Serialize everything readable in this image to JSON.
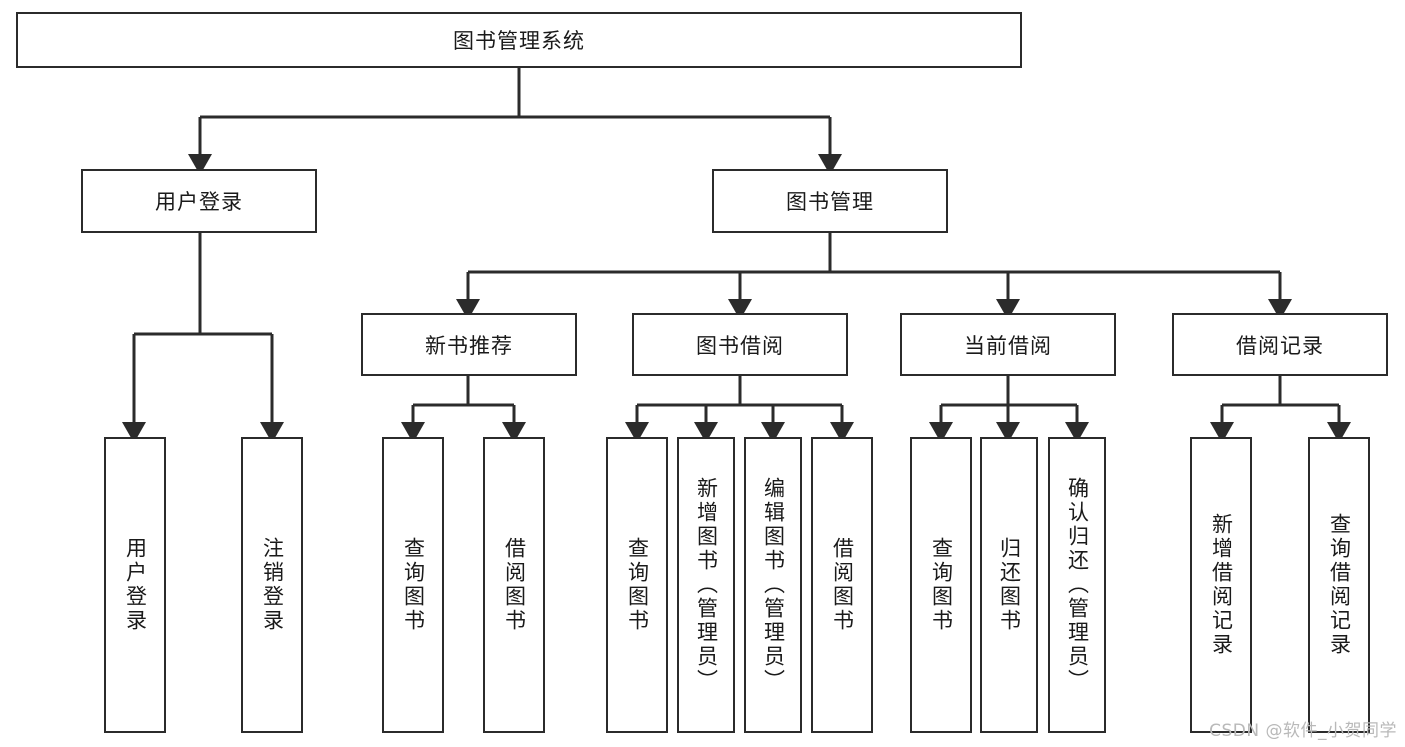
{
  "diagram": {
    "type": "tree",
    "title": "图书管理系统",
    "orientation": "top-down",
    "line_color": "#2b2b2b",
    "box_fill": "#ffffff",
    "nodes": {
      "root": {
        "label": "图书管理系统"
      },
      "level2": [
        {
          "id": "user-login",
          "label": "用户登录"
        },
        {
          "id": "book-manage",
          "label": "图书管理"
        }
      ],
      "level3": [
        {
          "id": "new-book-recommend",
          "label": "新书推荐"
        },
        {
          "id": "book-borrow",
          "label": "图书借阅"
        },
        {
          "id": "current-borrow",
          "label": "当前借阅"
        },
        {
          "id": "borrow-record",
          "label": "借阅记录"
        }
      ],
      "leaves": [
        {
          "id": "leaf-user-login",
          "label": "用户登录",
          "parent": "user-login"
        },
        {
          "id": "leaf-logout",
          "label": "注销登录",
          "parent": "user-login"
        },
        {
          "id": "leaf-query-book-1",
          "label": "查询图书",
          "parent": "new-book-recommend"
        },
        {
          "id": "leaf-borrow-book-1",
          "label": "借阅图书",
          "parent": "new-book-recommend"
        },
        {
          "id": "leaf-query-book-2",
          "label": "查询图书",
          "parent": "book-borrow"
        },
        {
          "id": "leaf-add-book",
          "label": "新增图书（管理员）",
          "parent": "book-borrow"
        },
        {
          "id": "leaf-edit-book",
          "label": "编辑图书（管理员）",
          "parent": "book-borrow"
        },
        {
          "id": "leaf-borrow-book-2",
          "label": "借阅图书",
          "parent": "book-borrow"
        },
        {
          "id": "leaf-query-book-3",
          "label": "查询图书",
          "parent": "current-borrow"
        },
        {
          "id": "leaf-return-book",
          "label": "归还图书",
          "parent": "current-borrow"
        },
        {
          "id": "leaf-confirm-return",
          "label": "确认归还（管理员）",
          "parent": "current-borrow"
        },
        {
          "id": "leaf-add-record",
          "label": "新增借阅记录",
          "parent": "borrow-record"
        },
        {
          "id": "leaf-query-record",
          "label": "查询借阅记录",
          "parent": "borrow-record"
        }
      ]
    }
  },
  "watermark": {
    "text": "CSDN @软件_小贺同学"
  }
}
